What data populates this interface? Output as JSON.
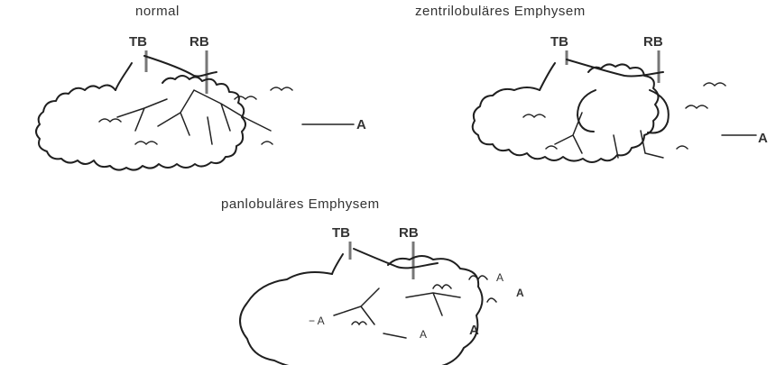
{
  "panels": [
    {
      "title": "normal",
      "labels": {
        "tb": "TB",
        "rb": "RB",
        "a": "A"
      }
    },
    {
      "title": "zentrilobuläres Emphysem",
      "labels": {
        "tb": "TB",
        "rb": "RB",
        "a": "A"
      }
    },
    {
      "title": "panlobuläres Emphysem",
      "labels": {
        "tb": "TB",
        "rb": "RB",
        "a": "A",
        "a2": "A"
      }
    }
  ],
  "colors": {
    "stroke": "#1f1f1f",
    "guide": "#777777"
  }
}
